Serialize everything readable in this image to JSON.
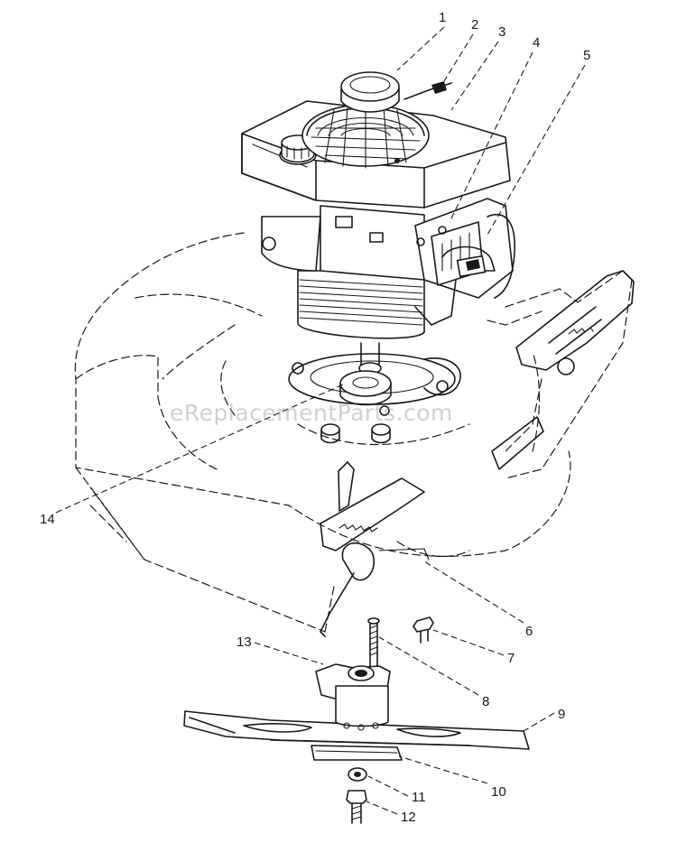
{
  "diagram": {
    "watermark": "eReplacementParts.com",
    "callouts": [
      {
        "id": "1",
        "label": "1"
      },
      {
        "id": "2",
        "label": "2"
      },
      {
        "id": "3",
        "label": "3"
      },
      {
        "id": "4",
        "label": "4"
      },
      {
        "id": "5",
        "label": "5"
      },
      {
        "id": "6",
        "label": "6"
      },
      {
        "id": "7",
        "label": "7"
      },
      {
        "id": "8",
        "label": "8"
      },
      {
        "id": "9",
        "label": "9"
      },
      {
        "id": "10",
        "label": "10"
      },
      {
        "id": "11",
        "label": "11"
      },
      {
        "id": "12",
        "label": "12"
      },
      {
        "id": "13",
        "label": "13"
      },
      {
        "id": "14",
        "label": "14"
      }
    ]
  }
}
